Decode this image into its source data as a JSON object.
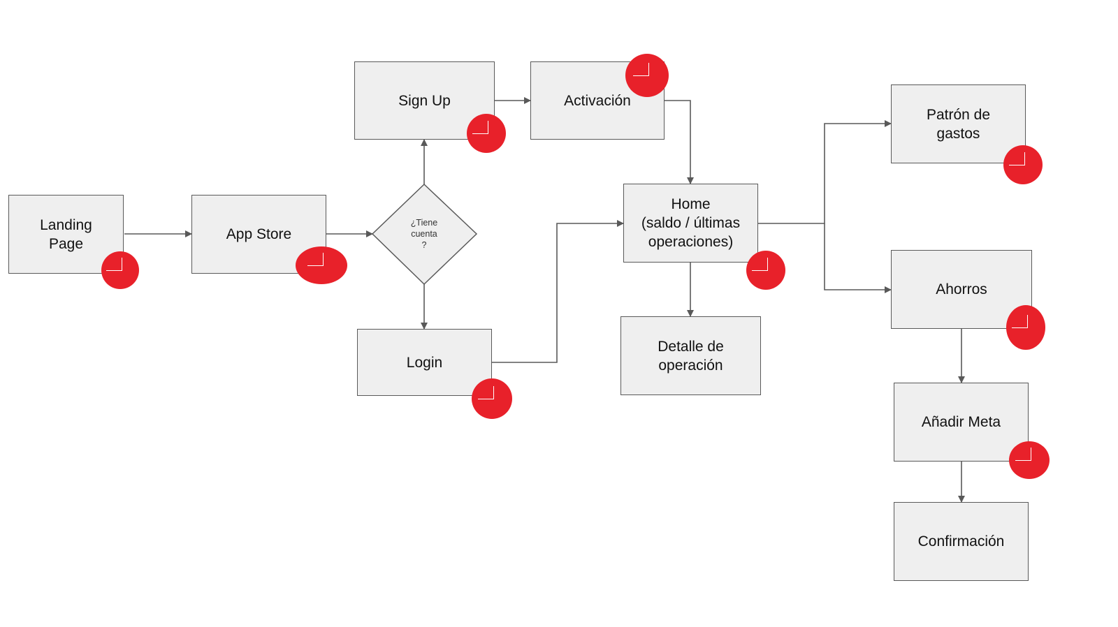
{
  "diagram": {
    "nodes": [
      {
        "id": "landing",
        "label": "Landing\nPage"
      },
      {
        "id": "appstore",
        "label": "App Store"
      },
      {
        "id": "signup",
        "label": "Sign Up"
      },
      {
        "id": "activacion",
        "label": "Activación"
      },
      {
        "id": "login",
        "label": "Login"
      },
      {
        "id": "home",
        "label": "Home\n(saldo / últimas\noperaciones)"
      },
      {
        "id": "detalle",
        "label": "Detalle de\noperación"
      },
      {
        "id": "patron",
        "label": "Patrón de\ngastos"
      },
      {
        "id": "ahorros",
        "label": "Ahorros"
      },
      {
        "id": "anadir",
        "label": "Añadir Meta"
      },
      {
        "id": "confirmacion",
        "label": "Confirmación"
      }
    ],
    "decision": {
      "id": "tiene-cuenta",
      "label": "¿Tiene\ncuenta\n?"
    },
    "edges": [
      {
        "from": "landing",
        "to": "appstore"
      },
      {
        "from": "appstore",
        "to": "tiene-cuenta"
      },
      {
        "from": "tiene-cuenta",
        "to": "signup"
      },
      {
        "from": "tiene-cuenta",
        "to": "login"
      },
      {
        "from": "signup",
        "to": "activacion"
      },
      {
        "from": "activacion",
        "to": "home"
      },
      {
        "from": "login",
        "to": "home"
      },
      {
        "from": "home",
        "to": "detalle"
      },
      {
        "from": "home",
        "to": "patron"
      },
      {
        "from": "home",
        "to": "ahorros"
      },
      {
        "from": "ahorros",
        "to": "anadir"
      },
      {
        "from": "anadir",
        "to": "confirmacion"
      }
    ],
    "marker_color": "#e8212a",
    "edge_color": "#595959",
    "node_fill": "#efefef"
  }
}
